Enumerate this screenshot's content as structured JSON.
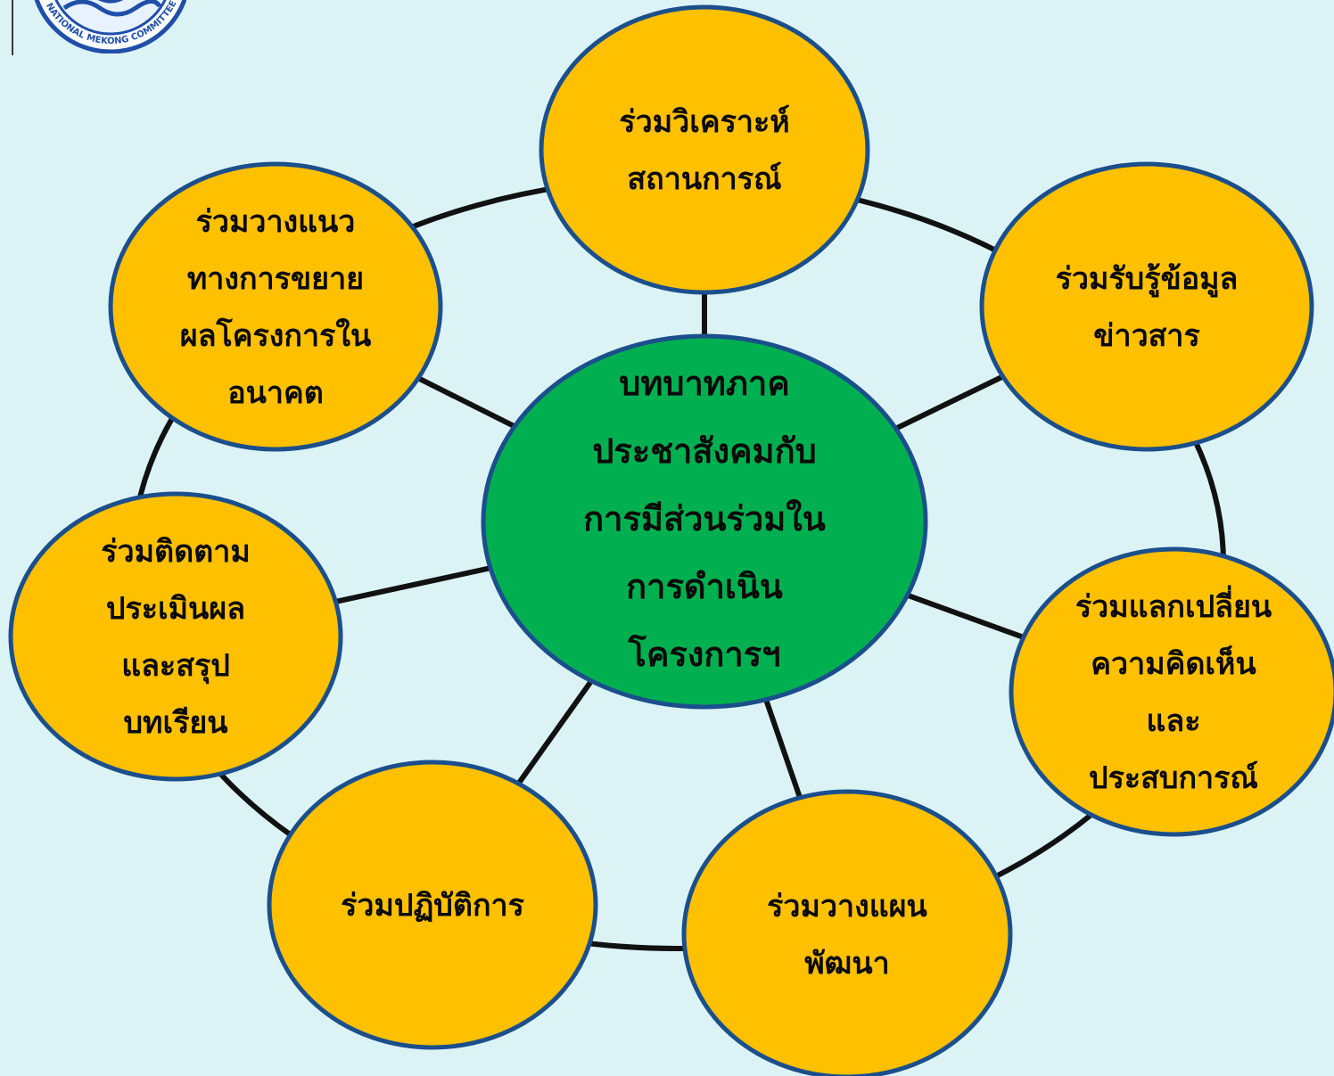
{
  "diagram": {
    "center": {
      "lines": [
        "บทบาทภาค",
        "ประชาสังคมกับ",
        "การมีส่วนร่วมใน",
        "การดำเนิน",
        "โครงการฯ"
      ]
    },
    "nodes": [
      {
        "id": "analyze",
        "lines": [
          "ร่วมวิเคราะห์",
          "สถานการณ์"
        ]
      },
      {
        "id": "info",
        "lines": [
          "ร่วมรับรู้ข้อมูล",
          "ข่าวสาร"
        ]
      },
      {
        "id": "exchange",
        "lines": [
          "ร่วมแลกเปลี่ยน",
          "ความคิดเห็น",
          "และ",
          "ประสบการณ์"
        ]
      },
      {
        "id": "plan",
        "lines": [
          "ร่วมวางแผน",
          "พัฒนา"
        ]
      },
      {
        "id": "operate",
        "lines": [
          "ร่วมปฏิบัติการ"
        ]
      },
      {
        "id": "monitor",
        "lines": [
          "ร่วมติดตาม",
          "ประเมินผล",
          "และสรุป",
          "บทเรียน"
        ]
      },
      {
        "id": "expand",
        "lines": [
          "ร่วมวางแนว",
          "ทางการขยาย",
          "ผลโครงการใน",
          "อนาคต"
        ]
      }
    ]
  },
  "colors": {
    "background": "#dcf3f6",
    "outer_fill": "#ffc000",
    "center_fill": "#00b050",
    "border": "#1b4f8c",
    "connector": "#111111"
  },
  "logo": {
    "icon": "mekong-commission-seal",
    "text": "NATIONAL MEKONG COMMITTEE"
  }
}
